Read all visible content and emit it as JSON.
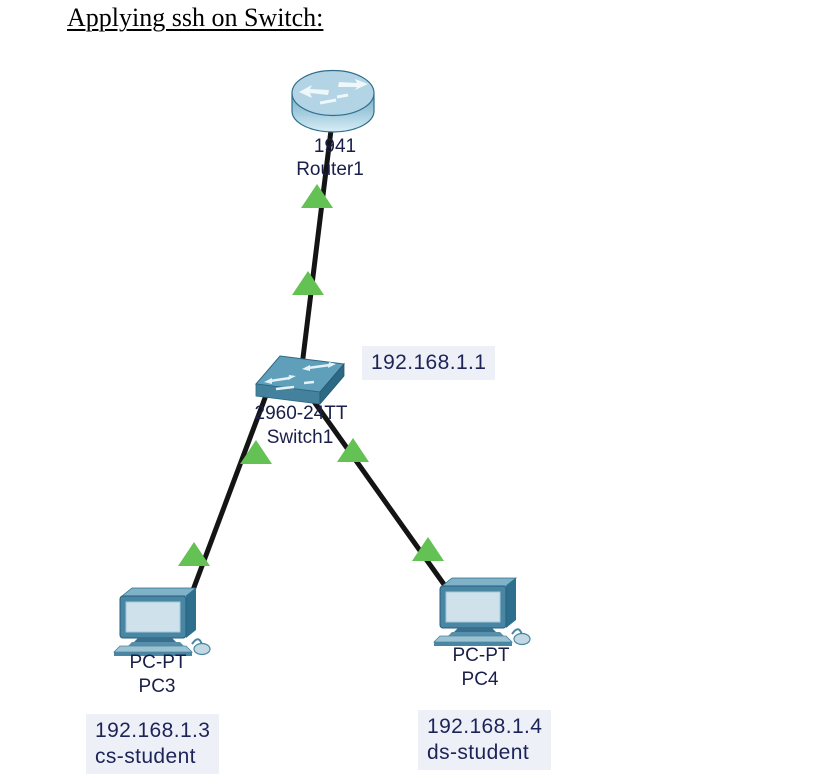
{
  "title": "Applying ssh on Switch:",
  "devices": {
    "router": {
      "model": "1941",
      "name": "Router1"
    },
    "switch": {
      "model": "2960-24TT",
      "name": "Switch1",
      "ip_note": "192.168.1.1"
    },
    "pc3": {
      "model": "PC-PT",
      "name": "PC3",
      "ip": "192.168.1.3",
      "hostname": "cs-student"
    },
    "pc4": {
      "model": "PC-PT",
      "name": "PC4",
      "ip": "192.168.1.4",
      "hostname": "ds-student"
    }
  },
  "connections": [
    {
      "from": "Switch1",
      "to": "Router1",
      "status": "up"
    },
    {
      "from": "Switch1",
      "to": "PC3",
      "status": "up"
    },
    {
      "from": "Switch1",
      "to": "PC4",
      "status": "up"
    }
  ],
  "icons": {
    "router": "cylinder-router-icon",
    "switch": "isometric-switch-icon",
    "pc": "desktop-pc-icon",
    "link_status": "green-up-triangle-icon"
  },
  "colors": {
    "cable": "#141414",
    "status_up_green": "#63c253",
    "note_background": "#eef0f8",
    "note_text": "#1d2358",
    "label_text": "#1a1f4a",
    "device_teal": "#5f9fba",
    "device_teal_dark": "#2d6884",
    "device_screen_light": "#cfe2ec"
  }
}
